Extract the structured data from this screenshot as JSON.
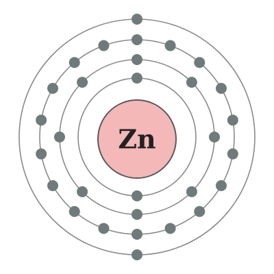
{
  "atom": {
    "symbol": "Zn",
    "shells": [
      {
        "electrons": 2
      },
      {
        "electrons": 8
      },
      {
        "electrons": 18
      },
      {
        "electrons": 2
      }
    ]
  },
  "colors": {
    "nucleus_fill": "#f4b8b8",
    "nucleus_stroke": "#5a5a5a",
    "electron": "#6f7b7b",
    "ring": "#8a8a8a"
  }
}
